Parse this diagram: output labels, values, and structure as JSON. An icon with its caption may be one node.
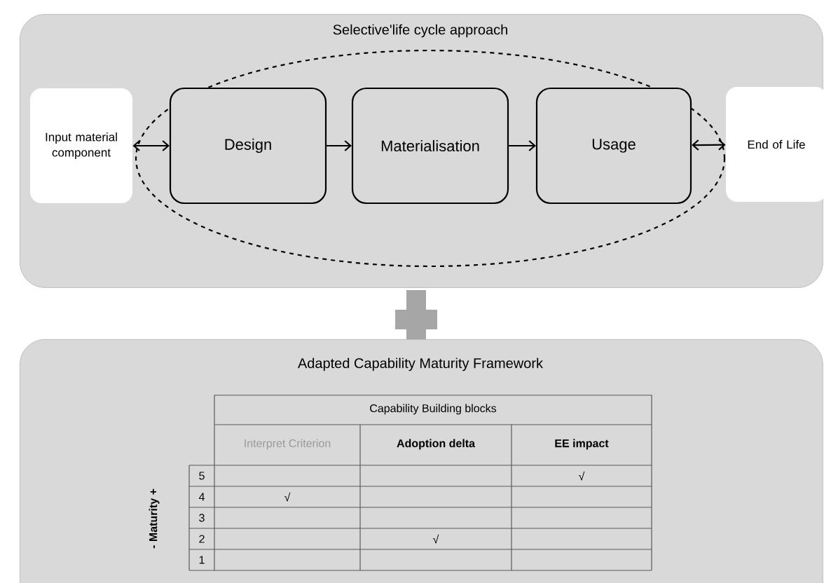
{
  "diagram": {
    "nodes": [
      {
        "text": [
          "Selective'life cycle approach"
        ]
      },
      {
        "text": [],
        "shape": "ellipse",
        "in": 0
      },
      {
        "text": [
          "Input material component"
        ],
        "in": 0
      },
      {
        "text": [
          "Design"
        ],
        "in": 1
      },
      {
        "text": [
          "Materialisation"
        ],
        "in": 1
      },
      {
        "text": [
          "Usage"
        ],
        "in": 1
      },
      {
        "text": [
          "End of Life"
        ],
        "in": 0
      },
      {
        "text": [
          "Adapted Capability Maturity Framework"
        ]
      }
    ],
    "edges": [
      {
        "from": 2,
        "to": 3,
        "arrow": "both"
      },
      {
        "from": 3,
        "to": 4,
        "arrow": "to"
      },
      {
        "from": 4,
        "to": 5,
        "arrow": "to"
      },
      {
        "from": 5,
        "to": 6,
        "arrow": "both"
      }
    ],
    "labels": [
      "Capability Building blocks",
      "Interpret Criterion",
      "Adoption delta",
      "EE impact",
      "5",
      "√",
      "4",
      "√",
      "3",
      "2",
      "√",
      "1",
      "- Maturity +"
    ]
  }
}
